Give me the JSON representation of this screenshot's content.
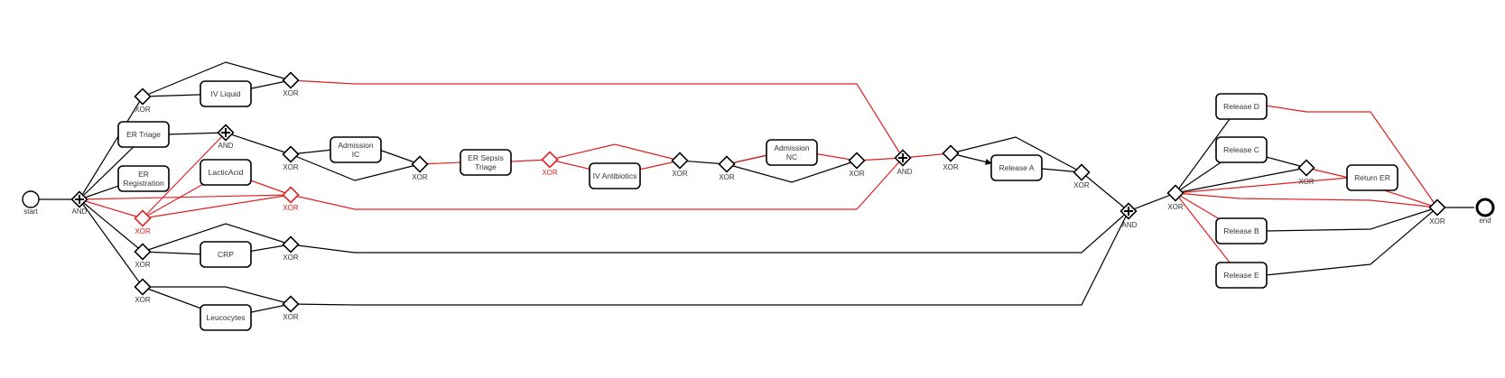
{
  "diagram": {
    "start_label": "start",
    "end_label": "end",
    "colors": {
      "default": "#000000",
      "highlight": "#e02020",
      "background": "#ffffff"
    },
    "tasks": {
      "iv_liquid": "IV Liquid",
      "er_triage": "ER Triage",
      "er_registration_1": "ER",
      "er_registration_2": "Registration",
      "lactic_acid": "LacticAcid",
      "crp": "CRP",
      "leucocytes": "Leucocytes",
      "admission_ic_1": "Admission",
      "admission_ic_2": "IC",
      "er_sepsis_triage_1": "ER Sepsis",
      "er_sepsis_triage_2": "Triage",
      "iv_antibiotics": "IV Antibiotics",
      "admission_nc_1": "Admission",
      "admission_nc_2": "NC",
      "release_a": "Release A",
      "release_b": "Release B",
      "release_c": "Release C",
      "release_d": "Release D",
      "release_e": "Release E",
      "return_er": "Return ER"
    },
    "gateways": {
      "and_split": "AND",
      "xor_iv_split": "XOR",
      "xor_iv_join": "XOR",
      "and_triage": "AND",
      "xor_lactic_split": "XOR",
      "xor_lactic_join": "XOR",
      "xor_crp_split": "XOR",
      "xor_crp_join": "XOR",
      "xor_leuco_split": "XOR",
      "xor_leuco_join": "XOR",
      "xor_ic_split": "XOR",
      "xor_ic_join": "XOR",
      "xor_sepsis": "XOR",
      "xor_antibio_join": "XOR",
      "xor_nc_split": "XOR",
      "xor_nc_join": "XOR",
      "and_mid_join": "AND",
      "xor_release_a_split": "XOR",
      "xor_release_a_join": "XOR",
      "and_final_join": "AND",
      "xor_release_split": "XOR",
      "xor_return_split": "XOR",
      "xor_end_join": "XOR"
    }
  }
}
